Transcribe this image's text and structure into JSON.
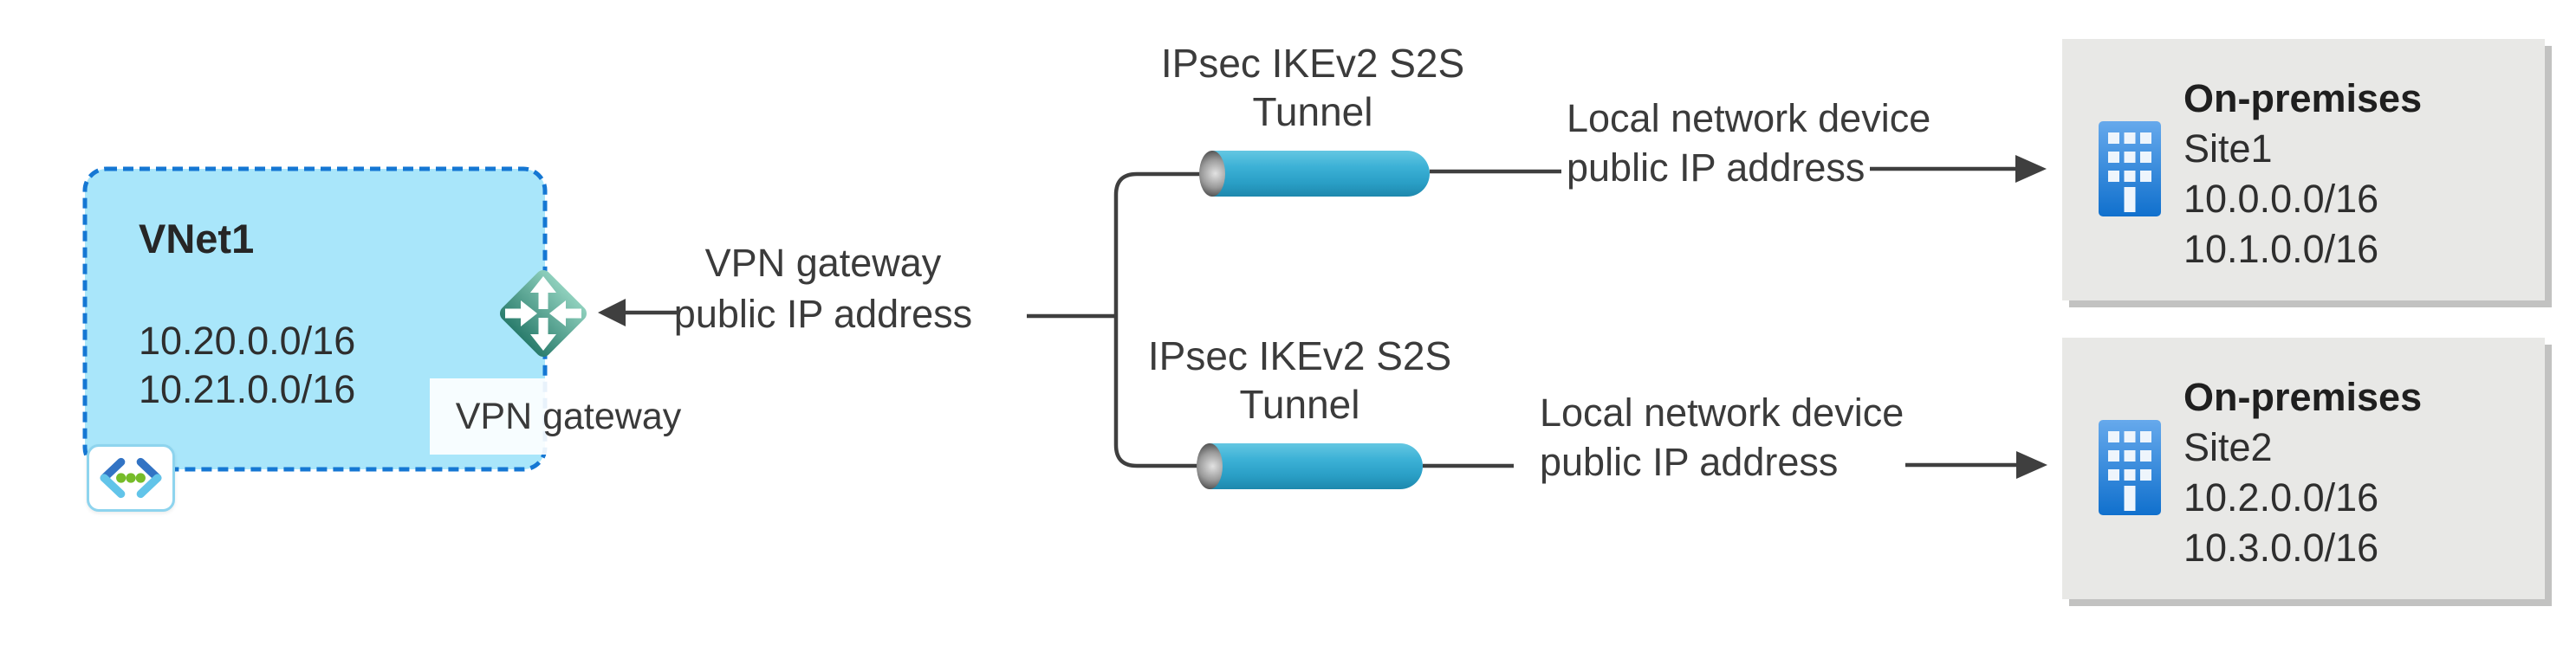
{
  "vnet": {
    "title": "VNet1",
    "address_spaces": [
      "10.20.0.0/16",
      "10.21.0.0/16"
    ],
    "gateway_label": "VPN gateway"
  },
  "gateway_annotation": {
    "line1": "VPN gateway",
    "line2": "public IP address"
  },
  "tunnels": [
    {
      "line1": "IPsec IKEv2 S2S",
      "line2": "Tunnel"
    },
    {
      "line1": "IPsec IKEv2 S2S",
      "line2": "Tunnel"
    }
  ],
  "device_annotations": [
    {
      "line1": "Local network device",
      "line2": "public IP address"
    },
    {
      "line1": "Local network device",
      "line2": "public IP address"
    }
  ],
  "sites": [
    {
      "title": "On-premises",
      "name": "Site1",
      "address_spaces": [
        "10.0.0.0/16",
        "10.1.0.0/16"
      ]
    },
    {
      "title": "On-premises",
      "name": "Site2",
      "address_spaces": [
        "10.2.0.0/16",
        "10.3.0.0/16"
      ]
    }
  ],
  "colors": {
    "vnet_fill": "#a9e6fa",
    "vnet_border_blue": "#1577d3",
    "tunnel_blue": "#2fa9cf",
    "gateway_teal_light": "#8fd0bd",
    "gateway_teal_dark": "#2a7c6c",
    "building_blue_light": "#66a9ec",
    "building_blue_dark": "#1070cd",
    "site_box_fill": "#e8e8e6",
    "connector_line": "#3f3f3f",
    "text_dark": "#3b3b3b",
    "vnet_icon_green": "#76bc2a"
  }
}
